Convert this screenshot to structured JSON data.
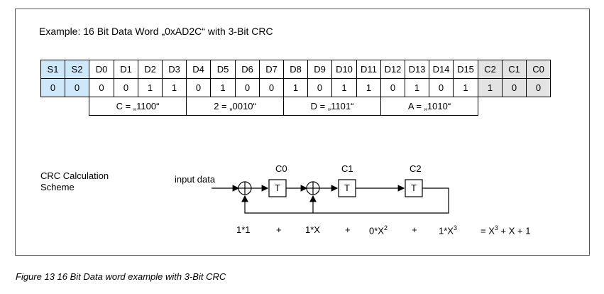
{
  "title": "Example: 16 Bit Data Word „0xAD2C“ with 3-Bit CRC",
  "headers": [
    "S1",
    "S2",
    "D0",
    "D1",
    "D2",
    "D3",
    "D4",
    "D5",
    "D6",
    "D7",
    "D8",
    "D9",
    "D10",
    "D11",
    "D12",
    "D13",
    "D14",
    "D15",
    "C2",
    "C1",
    "C0"
  ],
  "bits": [
    "0",
    "0",
    "0",
    "0",
    "1",
    "1",
    "0",
    "1",
    "0",
    "0",
    "1",
    "0",
    "1",
    "1",
    "0",
    "1",
    "0",
    "1",
    "1",
    "0",
    "0"
  ],
  "groups": [
    "C = „1100“",
    "2 = „0010“",
    "D = „1101“",
    "A = „1010“"
  ],
  "scheme_label": "CRC Calculation Scheme",
  "input_label": "input data",
  "registers": {
    "labels": [
      "C0",
      "C1",
      "C2"
    ],
    "box_text": "T"
  },
  "polynomial": {
    "term1": "1*1",
    "term2": "1*X",
    "term3_base": "0*X",
    "term3_exp": "2",
    "term4_base": "1*X",
    "term4_exp": "3",
    "plus": "+",
    "result_prefix": "= X",
    "result_exp": "3",
    "result_suffix": " + X + 1"
  },
  "caption": "Figure 13    16 Bit Data word example with 3-Bit CRC",
  "colors": {
    "s_cells": "#cfe8f9",
    "c_cells": "#e3e3e3"
  }
}
